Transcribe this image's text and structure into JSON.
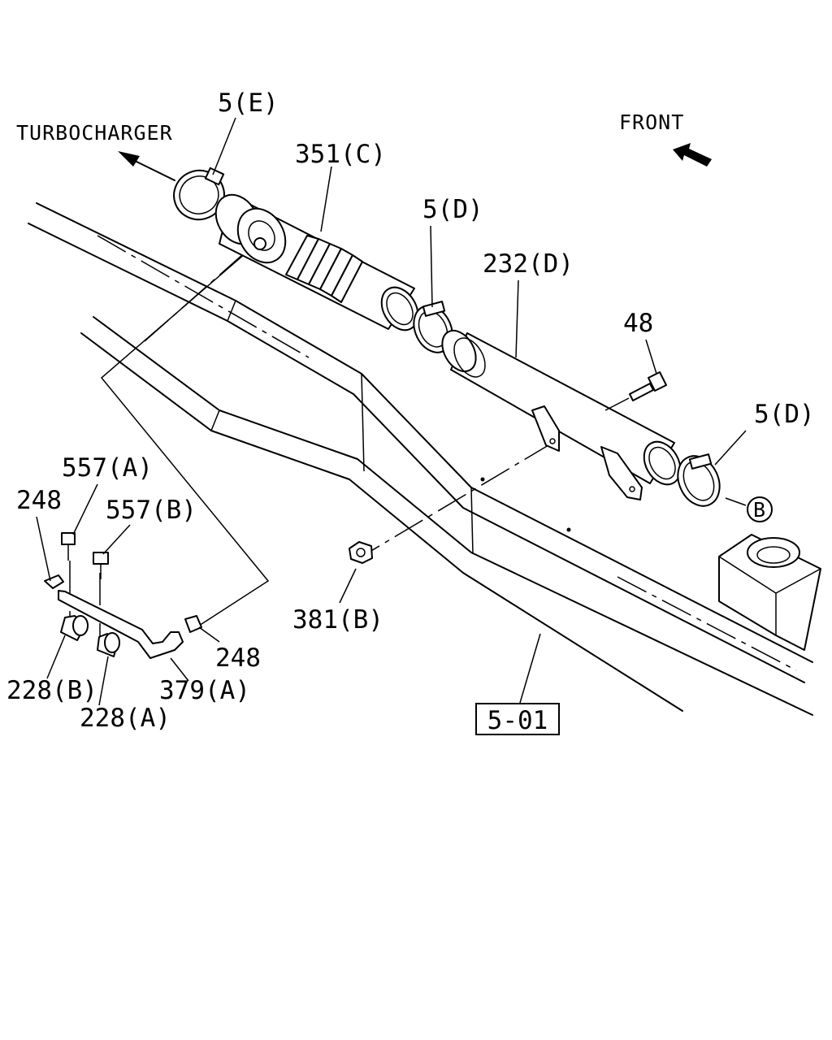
{
  "diagram": {
    "direction_labels": {
      "turbocharger": "TURBOCHARGER",
      "front": "FRONT"
    },
    "part_labels": {
      "clamp_e": "5(E)",
      "hose_c": "351(C)",
      "clamp_d_upper": "5(D)",
      "pipe_d": "232(D)",
      "bolt_48": "48",
      "clamp_d_lower": "5(D)",
      "ref_b": "B",
      "nut_381b": "381(B)",
      "bolt_557a": "557(A)",
      "bolt_557b": "557(B)",
      "clip_248_left": "248",
      "clip_248_right": "248",
      "clamp_228b": "228(B)",
      "clamp_228a": "228(A)",
      "hose_379a": "379(A)"
    },
    "reference_box": "5-01"
  }
}
